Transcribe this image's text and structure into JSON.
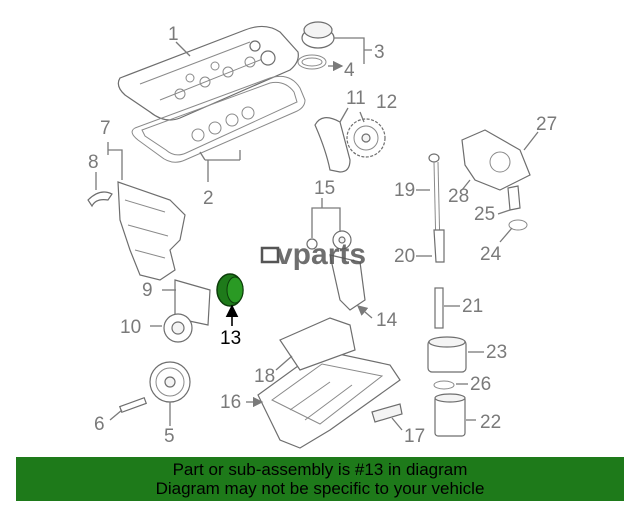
{
  "diagram": {
    "highlight_color": "#1e7a1a",
    "highlighted_part": "13",
    "watermark": "vparts",
    "callouts": [
      "1",
      "2",
      "3",
      "4",
      "5",
      "6",
      "7",
      "8",
      "9",
      "10",
      "11",
      "12",
      "13",
      "14",
      "15",
      "16",
      "17",
      "18",
      "19",
      "20",
      "21",
      "22",
      "23",
      "24",
      "25",
      "26",
      "27",
      "28"
    ]
  },
  "footer": {
    "line1": "Part or sub-assembly is #13 in diagram",
    "line2": "Diagram may not be specific to your vehicle",
    "background": "#1e7a1a"
  }
}
